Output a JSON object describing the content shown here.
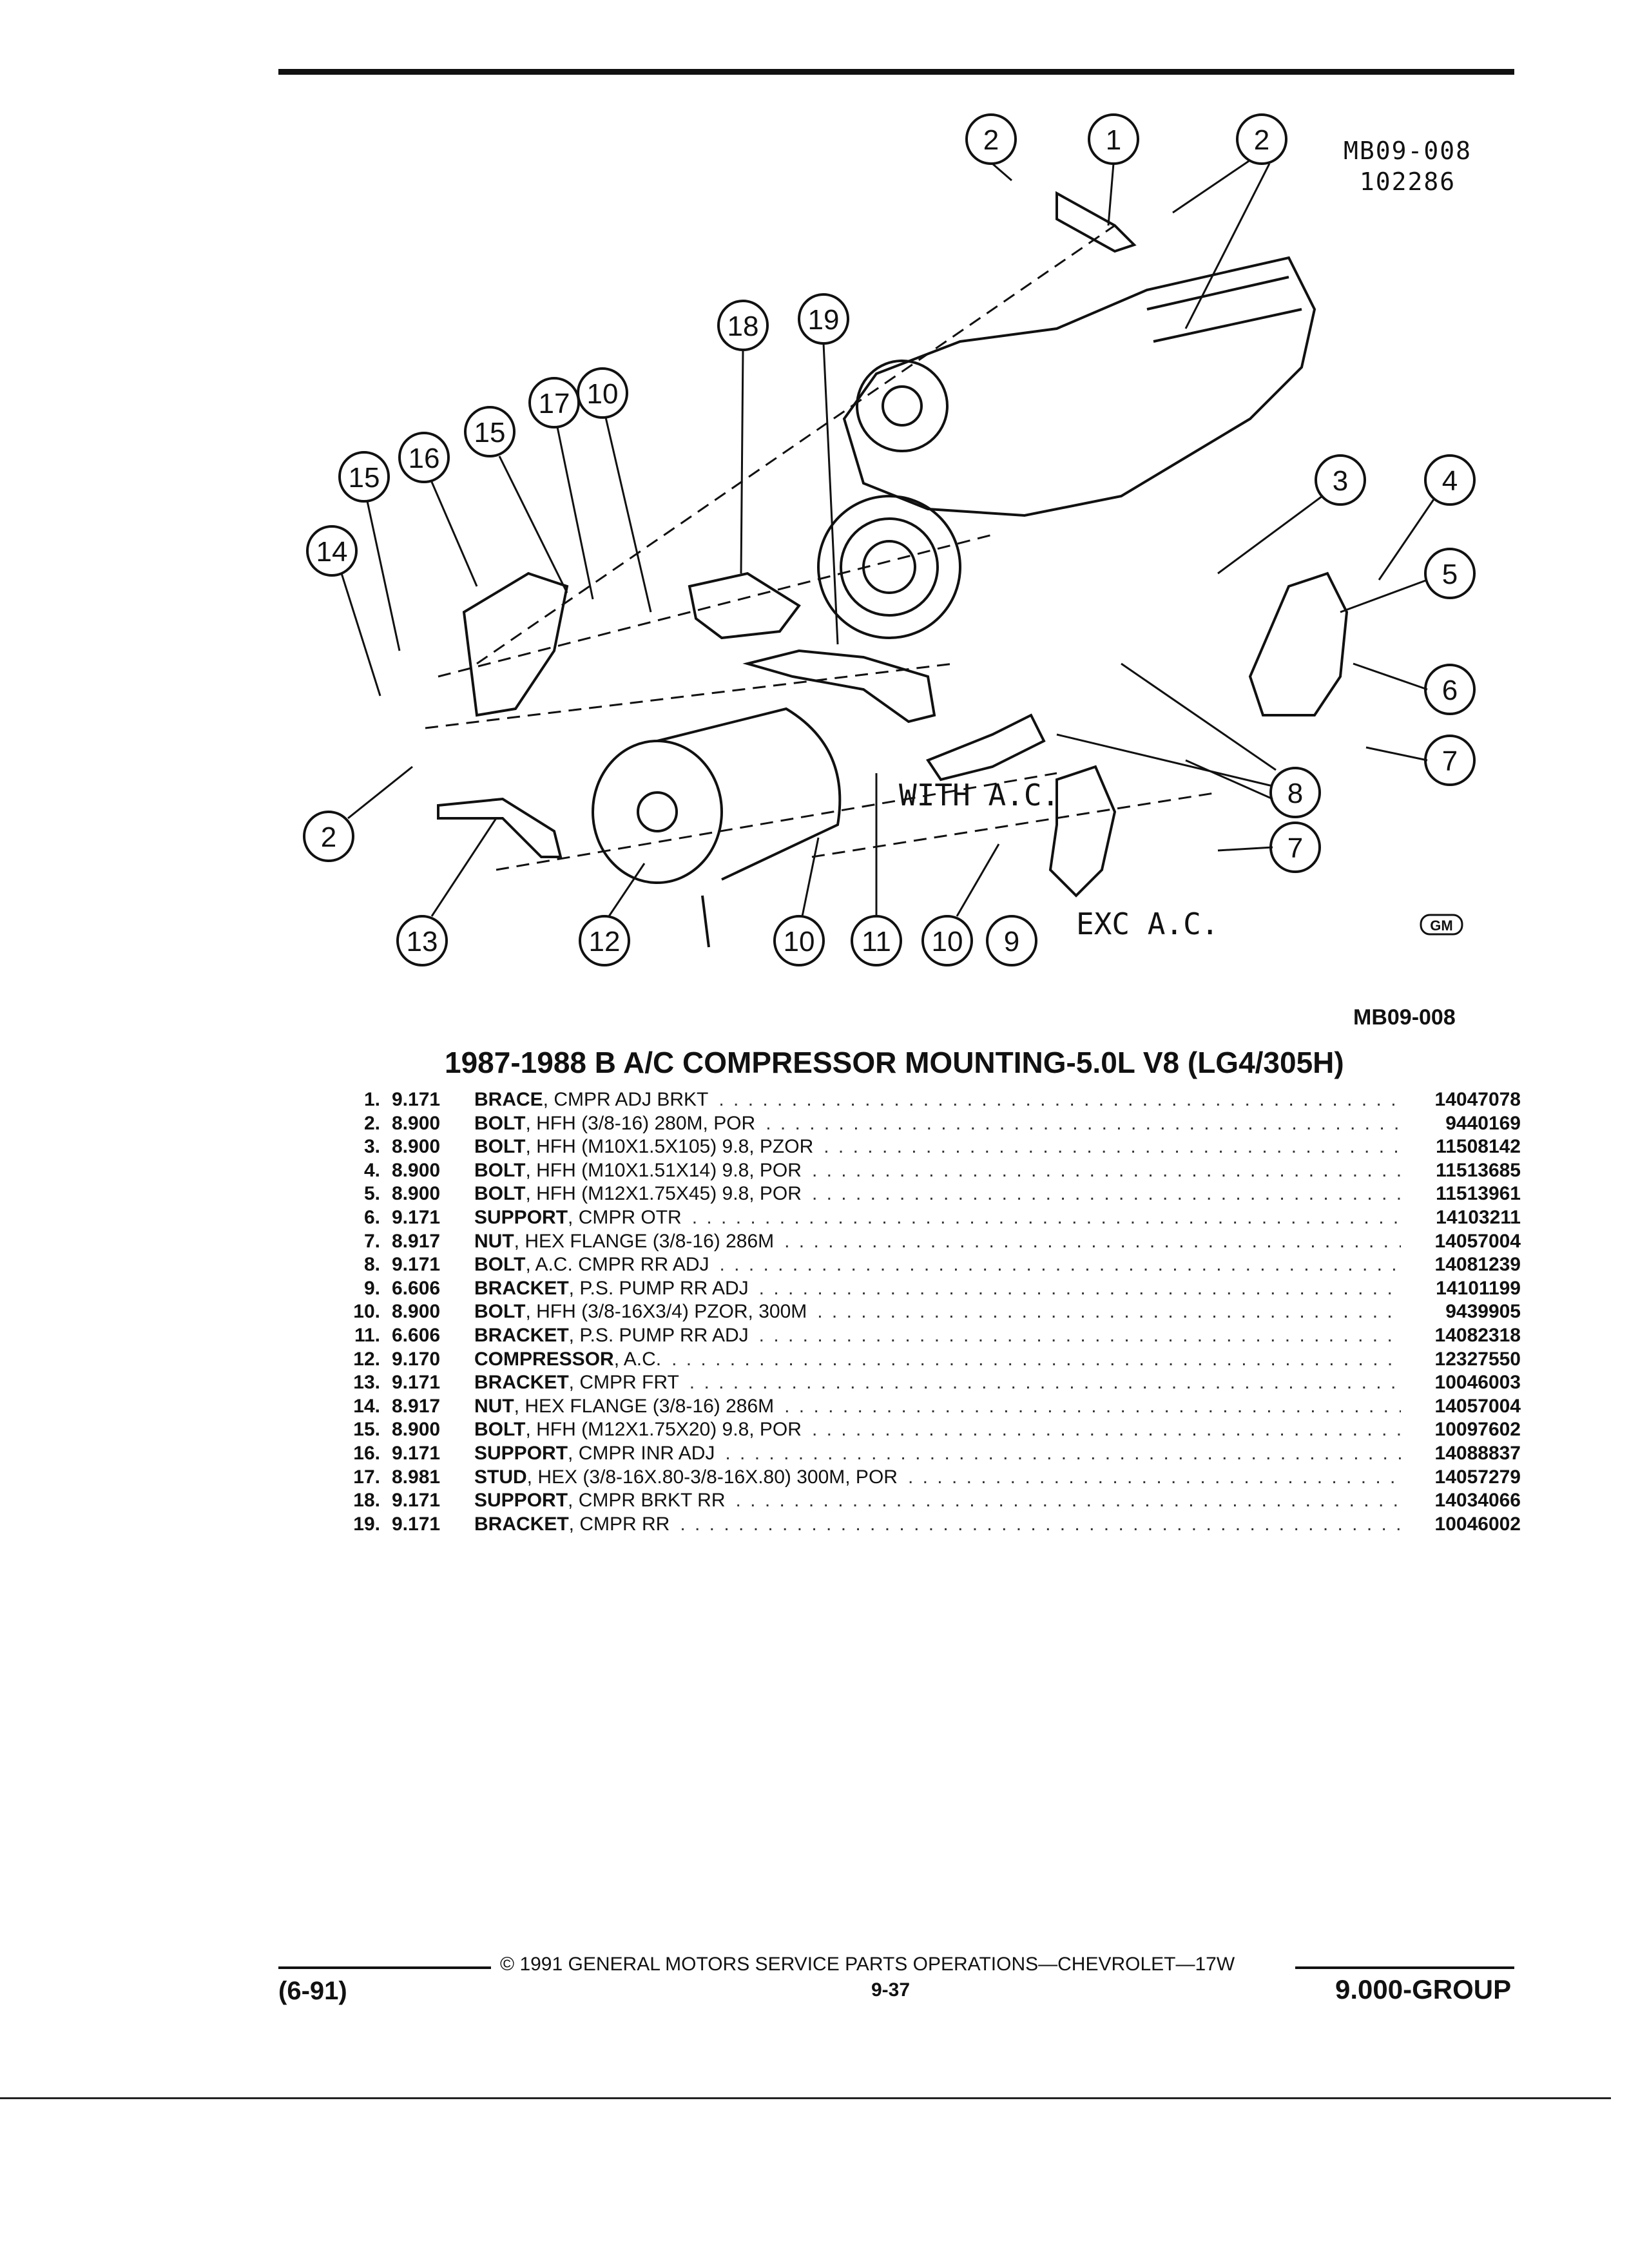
{
  "diagram": {
    "ref_code": "MB09-008",
    "ref_date": "102286",
    "caption_code": "MB09-008",
    "label_with_ac": "WITH A.C.",
    "label_exc_ac": "EXC A.C.",
    "gm_logo": "GM",
    "callouts": [
      "1",
      "2",
      "2",
      "2",
      "3",
      "4",
      "5",
      "6",
      "7",
      "7",
      "8",
      "9",
      "10",
      "10",
      "10",
      "11",
      "12",
      "13",
      "14",
      "15",
      "15",
      "16",
      "17",
      "18",
      "19"
    ]
  },
  "table": {
    "title": "1987-1988 B A/C COMPRESSOR MOUNTING-5.0L V8 (LG4/305H)",
    "rows": [
      {
        "num": "1.",
        "group": "9.171",
        "name": "BRACE",
        "qual": ", CMPR ADJ BRKT",
        "part": "14047078"
      },
      {
        "num": "2.",
        "group": "8.900",
        "name": "BOLT",
        "qual": ", HFH (3/8-16) 280M, POR",
        "part": "9440169"
      },
      {
        "num": "3.",
        "group": "8.900",
        "name": "BOLT",
        "qual": ", HFH (M10X1.5X105) 9.8, PZOR",
        "part": "11508142"
      },
      {
        "num": "4.",
        "group": "8.900",
        "name": "BOLT",
        "qual": ", HFH (M10X1.51X14) 9.8, POR",
        "part": "11513685"
      },
      {
        "num": "5.",
        "group": "8.900",
        "name": "BOLT",
        "qual": ", HFH (M12X1.75X45) 9.8, POR",
        "part": "11513961"
      },
      {
        "num": "6.",
        "group": "9.171",
        "name": "SUPPORT",
        "qual": ", CMPR OTR",
        "part": "14103211"
      },
      {
        "num": "7.",
        "group": "8.917",
        "name": "NUT",
        "qual": ", HEX FLANGE (3/8-16) 286M",
        "part": "14057004"
      },
      {
        "num": "8.",
        "group": "9.171",
        "name": "BOLT",
        "qual": ", A.C. CMPR RR ADJ",
        "part": "14081239"
      },
      {
        "num": "9.",
        "group": "6.606",
        "name": "BRACKET",
        "qual": ", P.S. PUMP RR ADJ",
        "part": "14101199"
      },
      {
        "num": "10.",
        "group": "8.900",
        "name": "BOLT",
        "qual": ", HFH (3/8-16X3/4) PZOR, 300M",
        "part": "9439905"
      },
      {
        "num": "11.",
        "group": "6.606",
        "name": "BRACKET",
        "qual": ", P.S. PUMP RR ADJ",
        "part": "14082318"
      },
      {
        "num": "12.",
        "group": "9.170",
        "name": "COMPRESSOR",
        "qual": ", A.C.",
        "part": "12327550"
      },
      {
        "num": "13.",
        "group": "9.171",
        "name": "BRACKET",
        "qual": ", CMPR FRT",
        "part": "10046003"
      },
      {
        "num": "14.",
        "group": "8.917",
        "name": "NUT",
        "qual": ", HEX FLANGE (3/8-16) 286M",
        "part": "14057004"
      },
      {
        "num": "15.",
        "group": "8.900",
        "name": "BOLT",
        "qual": ", HFH (M12X1.75X20) 9.8, POR",
        "part": "10097602"
      },
      {
        "num": "16.",
        "group": "9.171",
        "name": "SUPPORT",
        "qual": ", CMPR INR ADJ",
        "part": "14088837"
      },
      {
        "num": "17.",
        "group": "8.981",
        "name": "STUD",
        "qual": ", HEX (3/8-16X.80-3/8-16X.80) 300M, POR",
        "part": "14057279"
      },
      {
        "num": "18.",
        "group": "9.171",
        "name": "SUPPORT",
        "qual": ", CMPR BRKT RR",
        "part": "14034066"
      },
      {
        "num": "19.",
        "group": "9.171",
        "name": "BRACKET",
        "qual": ", CMPR RR",
        "part": "10046002"
      }
    ]
  },
  "footer": {
    "copyright": "© 1991 GENERAL MOTORS SERVICE PARTS OPERATIONS—CHEVROLET—17W",
    "date": "(6-91)",
    "page": "9-37",
    "group": "9.000-GROUP"
  }
}
